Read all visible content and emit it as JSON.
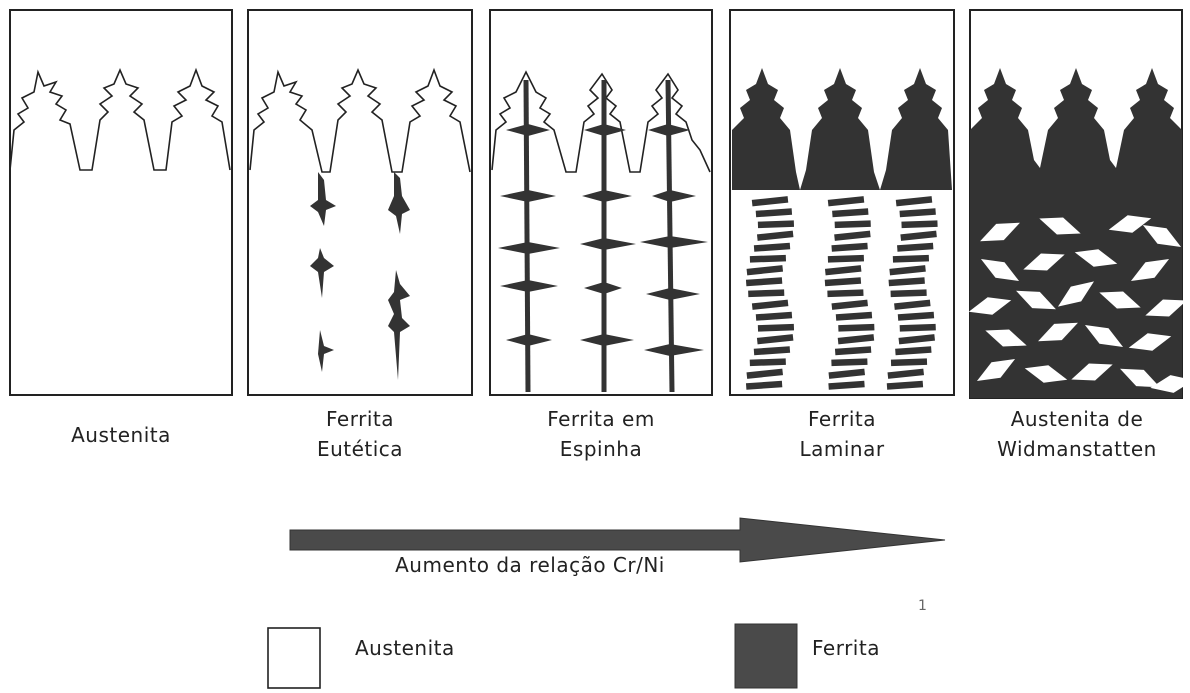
{
  "panels": [
    {
      "label_line1": "Austenita",
      "label_line2": ""
    },
    {
      "label_line1": "Ferrita",
      "label_line2": "Eutética"
    },
    {
      "label_line1": "Ferrita em",
      "label_line2": "Espinha"
    },
    {
      "label_line1": "Ferrita",
      "label_line2": "Laminar"
    },
    {
      "label_line1": "Austenita de",
      "label_line2": "Widmanstatten"
    }
  ],
  "arrow": {
    "label": "Aumento da relação Cr/Ni"
  },
  "legend": {
    "austenite_label": "Austenita",
    "ferrite_label": "Ferrita"
  },
  "stray_mark": "1",
  "colors": {
    "ferrite": "#3a3a3a",
    "austenite": "#ffffff",
    "outline": "#222222",
    "arrow": "#4a4a4a"
  }
}
